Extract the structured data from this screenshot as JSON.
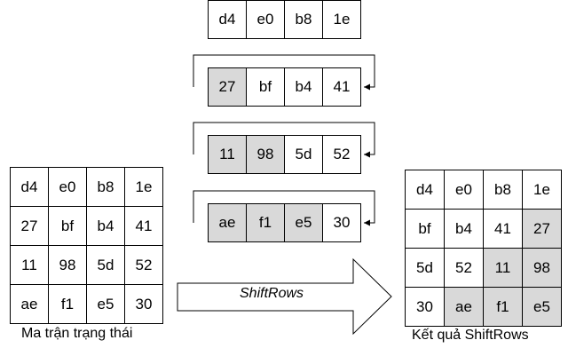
{
  "state_matrix": {
    "rows": [
      [
        "d4",
        "e0",
        "b8",
        "1e"
      ],
      [
        "27",
        "bf",
        "b4",
        "41"
      ],
      [
        "11",
        "98",
        "5d",
        "52"
      ],
      [
        "ae",
        "f1",
        "e5",
        "30"
      ]
    ],
    "caption": "Ma trận trạng thái"
  },
  "shift_rows": {
    "rows": [
      [
        "d4",
        "e0",
        "b8",
        "1e"
      ],
      [
        "27",
        "bf",
        "b4",
        "41"
      ],
      [
        "11",
        "98",
        "5d",
        "52"
      ],
      [
        "ae",
        "f1",
        "e5",
        "30"
      ]
    ],
    "shifted_cells_per_row": [
      0,
      1,
      2,
      3
    ]
  },
  "arrow_label": "ShiftRows",
  "result_matrix": {
    "rows": [
      [
        "d4",
        "e0",
        "b8",
        "1e"
      ],
      [
        "bf",
        "b4",
        "41",
        "27"
      ],
      [
        "5d",
        "52",
        "11",
        "98"
      ],
      [
        "30",
        "ae",
        "f1",
        "e5"
      ]
    ],
    "shaded": [
      [
        false,
        false,
        false,
        false
      ],
      [
        false,
        false,
        false,
        true
      ],
      [
        false,
        false,
        true,
        true
      ],
      [
        false,
        true,
        true,
        true
      ]
    ],
    "caption": "Kết quả ShiftRows"
  },
  "colors": {
    "shaded_cell": "#d9d9d9",
    "line": "#000000"
  }
}
